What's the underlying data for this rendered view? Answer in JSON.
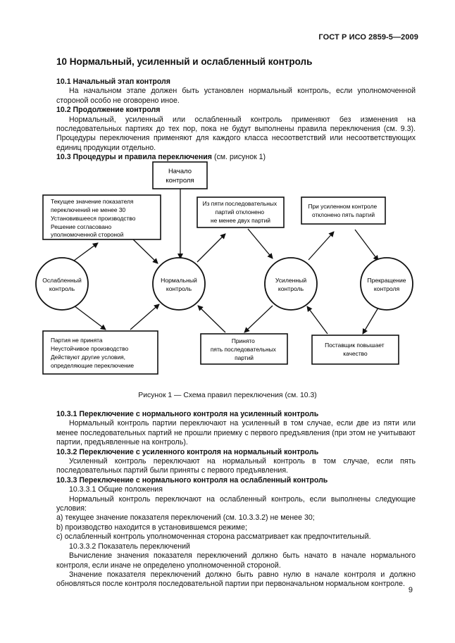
{
  "header": {
    "standard_id": "ГОСТ Р ИСО 2859-5—2009"
  },
  "section": {
    "title": "10 Нормальный, усиленный и ослабленный контроль"
  },
  "s10_1": {
    "heading": "10.1 Начальный этап контроля",
    "text": "На начальном этапе должен быть установлен нормальный контроль, если уполномоченной стороной особо не оговорено иное."
  },
  "s10_2": {
    "heading": "10.2 Продолжение контроля",
    "text": "Нормальный, усиленный или ослабленный контроль применяют без изменения на последовательных партиях до тех пор, пока не будут выполнены правила переключения (см. 9.3). Процедуры переключения применяют для каждого класса несоответствий или несоответствующих единиц продукции отдельно."
  },
  "s10_3": {
    "heading": "10.3 Процедуры и правила переключения",
    "heading_ref": " (см. рисунок 1)"
  },
  "diagram": {
    "start_line1": "Начало",
    "start_line2": "контроля",
    "circle_reduced_1": "Ослабленный",
    "circle_reduced_2": "контроль",
    "circle_normal_1": "Нормальный",
    "circle_normal_2": "контроль",
    "circle_tightened_1": "Усиленный",
    "circle_tightened_2": "контроль",
    "circle_stop_1": "Прекращение",
    "circle_stop_2": "контроля",
    "box_to_reduced": [
      "Текущее значение показателя",
      "переключений не менее 30",
      "Установившееся производство",
      "Решение согласовано",
      "уполномоченной стороной"
    ],
    "box_to_tightened": [
      "Из пяти последовательных",
      "партий отклонено",
      "не менее двух партий"
    ],
    "box_stop": [
      "При усиленном контроле",
      "отклонено пять партий"
    ],
    "box_from_reduced": [
      "Партия не принята",
      "Неустойчивое производство",
      "Действуют другие условия,",
      "определяющие переключение"
    ],
    "box_from_tightened": [
      "Принято",
      "пять последовательных",
      "партий"
    ],
    "box_resume": [
      "Поставщик повышает",
      "качество"
    ]
  },
  "figure_caption": "Рисунок 1 — Схема правил переключения (см. 10.3)",
  "s10_3_1": {
    "heading": "10.3.1 Переключение с нормального контроля на усиленный контроль",
    "text": "Нормальный контроль партии переключают на усиленный в том случае, если две из пяти или менее последовательных партий не прошли приемку с первого предъявления (при этом не учитывают партии, предъявленные на контроль)."
  },
  "s10_3_2": {
    "heading": "10.3.2 Переключение с усиленного контроля на нормальный контроль",
    "text": "Усиленный контроль переключают на нормальный контроль в том случае, если пять последователь­ных партий были приняты с первого предъявления."
  },
  "s10_3_3": {
    "heading": "10.3.3 Переключение с нормального контроля на ослабленный контроль",
    "sub1": "10.3.3.1 Общие положения",
    "intro": "Нормальный контроль переключают на ослабленный контроль, если выполнены следующие условия:",
    "item_a": "а) текущее значение показателя переключений (см. 10.3.3.2) не менее 30;",
    "item_b": "b) производство находится в установившемся режиме;",
    "item_c": "с) ослабленный контроль уполномоченная сторона рассматривает как предпочтительный.",
    "sub2": "10.3.3.2 Показатель переключений",
    "para1": "Вычисление значения показателя переключений должно быть начато в начале нормального контроля, если иначе не определено уполномоченной стороной.",
    "para2": "Значение показателя переключений должно быть равно нулю в начале контроля и должно обновлять­ся после контроля последовательной партии при первоначальном нормальном контроле."
  },
  "page_number": "9"
}
